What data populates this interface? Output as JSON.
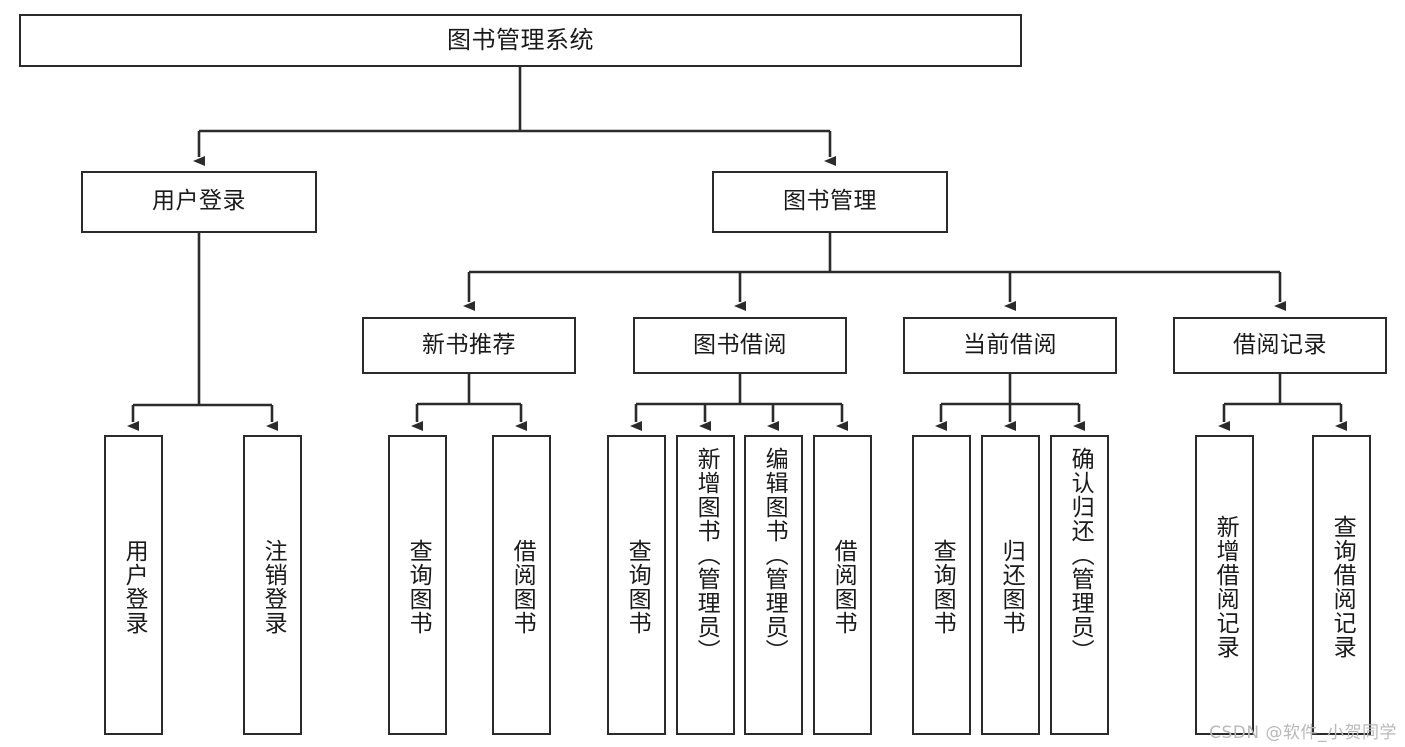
{
  "diagram": {
    "title": "图书管理系统",
    "type": "tree",
    "watermark": "CSDN @软件_小贺同学",
    "colors": {
      "stroke": "#2b2b2b",
      "fill": "#ffffff",
      "text": "#1a1a1a",
      "watermark": "#b9b9b9"
    },
    "levels": {
      "level1": [
        "图书管理系统"
      ],
      "level2": [
        "用户登录",
        "图书管理"
      ],
      "level3": [
        "新书推荐",
        "图书借阅",
        "当前借阅",
        "借阅记录"
      ]
    },
    "nodes": {
      "root": {
        "label": "图书管理系统",
        "orientation": "horizontal"
      },
      "user_login": {
        "label": "用户登录",
        "orientation": "horizontal"
      },
      "book_manage": {
        "label": "图书管理",
        "orientation": "horizontal"
      },
      "new_book_rec": {
        "label": "新书推荐",
        "orientation": "horizontal"
      },
      "book_borrow": {
        "label": "图书借阅",
        "orientation": "horizontal"
      },
      "current_borrow": {
        "label": "当前借阅",
        "orientation": "horizontal"
      },
      "borrow_record": {
        "label": "借阅记录",
        "orientation": "horizontal"
      },
      "leaf_user_login": {
        "label": "用户登录",
        "orientation": "vertical"
      },
      "leaf_logout": {
        "label": "注销登录",
        "orientation": "vertical"
      },
      "leaf_query_book_a": {
        "label": "查询图书",
        "orientation": "vertical"
      },
      "leaf_borrow_book_a": {
        "label": "借阅图书",
        "orientation": "vertical"
      },
      "leaf_query_book_b": {
        "label": "查询图书",
        "orientation": "vertical"
      },
      "leaf_add_book": {
        "label": "新增图书（管理员）",
        "orientation": "vertical"
      },
      "leaf_edit_book": {
        "label": "编辑图书（管理员）",
        "orientation": "vertical"
      },
      "leaf_borrow_book_b": {
        "label": "借阅图书",
        "orientation": "vertical"
      },
      "leaf_query_book_c": {
        "label": "查询图书",
        "orientation": "vertical"
      },
      "leaf_return_book": {
        "label": "归还图书",
        "orientation": "vertical"
      },
      "leaf_confirm_return": {
        "label": "确认归还（管理员）",
        "orientation": "vertical"
      },
      "leaf_add_record": {
        "label": "新增借阅记录",
        "orientation": "vertical"
      },
      "leaf_query_record": {
        "label": "查询借阅记录",
        "orientation": "vertical"
      }
    },
    "edges": [
      {
        "from": "图书管理系统",
        "to": "用户登录"
      },
      {
        "from": "图书管理系统",
        "to": "图书管理"
      },
      {
        "from": "用户登录",
        "to": "用户登录"
      },
      {
        "from": "用户登录",
        "to": "注销登录"
      },
      {
        "from": "图书管理",
        "to": "新书推荐"
      },
      {
        "from": "图书管理",
        "to": "图书借阅"
      },
      {
        "from": "图书管理",
        "to": "当前借阅"
      },
      {
        "from": "图书管理",
        "to": "借阅记录"
      },
      {
        "from": "新书推荐",
        "to": "查询图书"
      },
      {
        "from": "新书推荐",
        "to": "借阅图书"
      },
      {
        "from": "图书借阅",
        "to": "查询图书"
      },
      {
        "from": "图书借阅",
        "to": "新增图书（管理员）"
      },
      {
        "from": "图书借阅",
        "to": "编辑图书（管理员）"
      },
      {
        "from": "图书借阅",
        "to": "借阅图书"
      },
      {
        "from": "当前借阅",
        "to": "查询图书"
      },
      {
        "from": "当前借阅",
        "to": "归还图书"
      },
      {
        "from": "当前借阅",
        "to": "确认归还（管理员）"
      },
      {
        "from": "借阅记录",
        "to": "新增借阅记录"
      },
      {
        "from": "借阅记录",
        "to": "查询借阅记录"
      }
    ]
  }
}
